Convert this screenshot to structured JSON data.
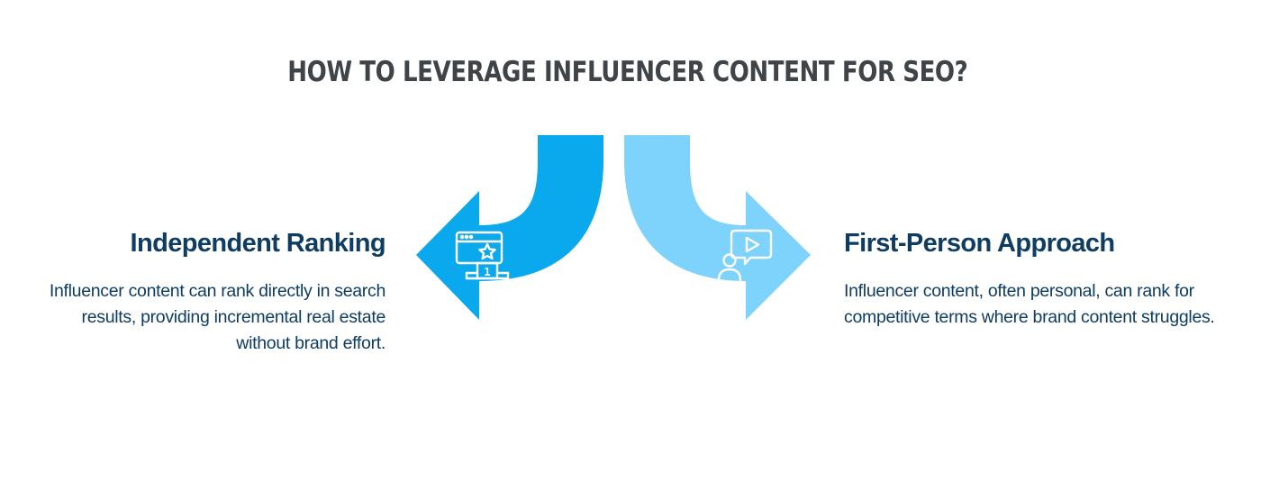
{
  "title": "HOW TO LEVERAGE INFLUENCER CONTENT FOR SEO?",
  "colors": {
    "left_arrow": "#0aa8ec",
    "right_arrow": "#7dd3fb",
    "heading_text": "#3f4448",
    "body_text": "#0e3c62",
    "icon_stroke": "#ffffff"
  },
  "items": [
    {
      "heading": "Independent Ranking",
      "description": "Influencer content can rank directly in search results, providing incremental real estate without brand effort.",
      "icon": "ranking-podium-icon",
      "icon_text": "1"
    },
    {
      "heading": "First-Person Approach",
      "description": "Influencer content, often personal, can rank for competitive terms where brand content struggles.",
      "icon": "video-chat-person-icon"
    }
  ]
}
